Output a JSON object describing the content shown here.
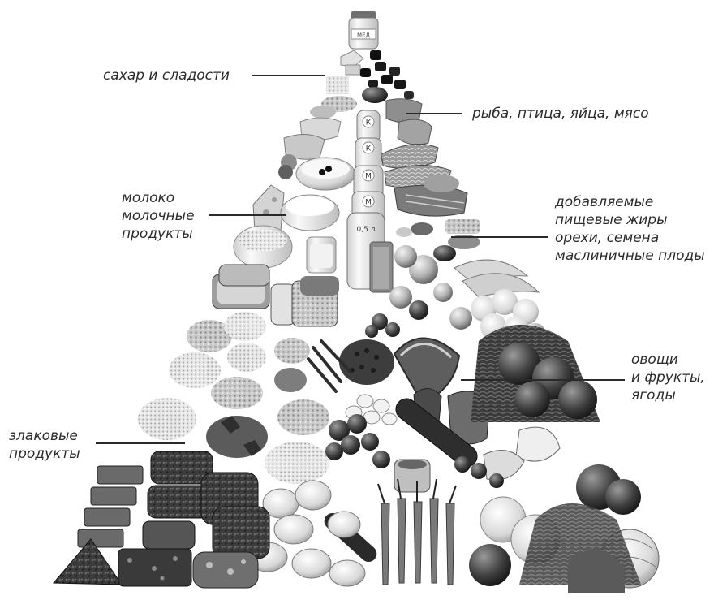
{
  "labels": {
    "sugar": [
      "сахар и сладости"
    ],
    "protein": [
      "рыба, птица, яйца, мясо"
    ],
    "dairy": [
      "молоко",
      "молочные",
      "продукты"
    ],
    "fats": [
      "добавляемые",
      "пищевые жиры",
      "орехи, семена",
      "маслиничные плоды"
    ],
    "vegetables": [
      "овощи",
      "и фрукты,",
      "ягоды"
    ],
    "grains": [
      "злаковые",
      "продукты"
    ]
  },
  "jar_labels": {
    "honey": "МЁД",
    "kefir_1": "К",
    "kefir_2": "К",
    "milk_1": "М",
    "milk_2": "М",
    "oil_bottle": "0,5 л"
  },
  "colors": {
    "ink": "#2b2b2b",
    "leader": "#2a2a2a"
  }
}
